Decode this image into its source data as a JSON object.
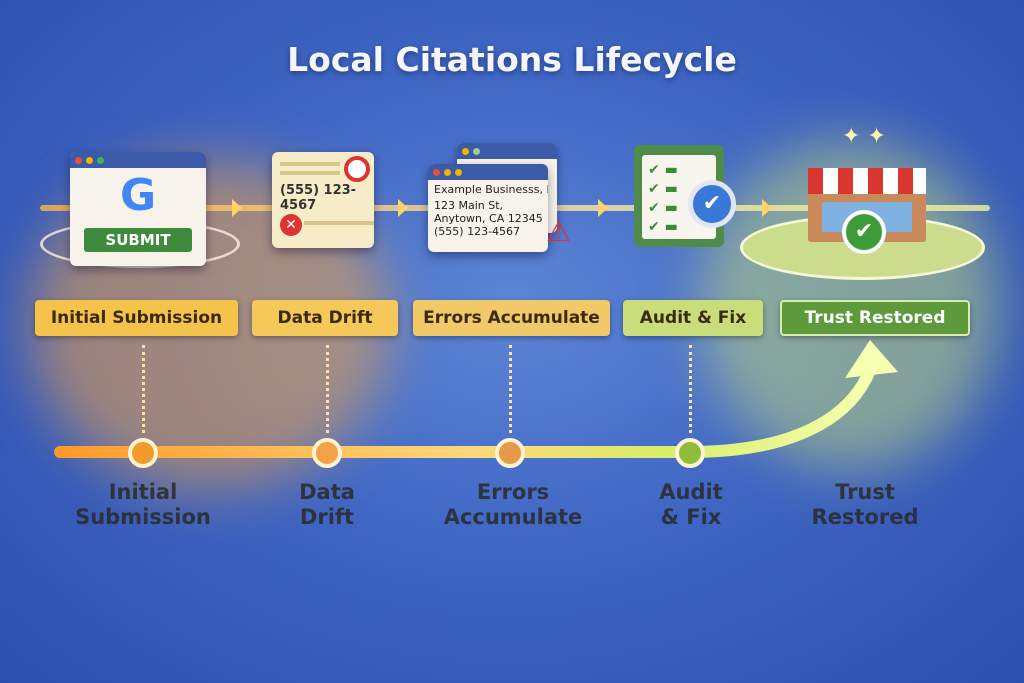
{
  "title": "Local Citations Lifecycle",
  "cards": {
    "submission": {
      "button": "SUBMIT",
      "logo": "G"
    },
    "drift": {
      "phone": "(555) 123-4567"
    },
    "errors": {
      "business": "Example Businesss, Inc",
      "street": "123 Main St,",
      "city": "Anytown, CA 12345",
      "phone": "(555) 123-4567"
    }
  },
  "stages": [
    {
      "label": "Initial Submission",
      "color": "#f6c34a",
      "line1": "Initial",
      "line2": "Submission"
    },
    {
      "label": "Data Drift",
      "color": "#f5c85a",
      "line1": "Data",
      "line2": "Drift"
    },
    {
      "label": "Errors Accumulate",
      "color": "#f2c968",
      "line1": "Errors",
      "line2": "Accumulate"
    },
    {
      "label": "Audit & Fix",
      "color": "#c9dd7a",
      "line1": "Audit",
      "line2": "& Fix"
    },
    {
      "label": "Trust Restored",
      "color": "#5e9a3c",
      "line1": "Trust",
      "line2": "Restored"
    }
  ]
}
